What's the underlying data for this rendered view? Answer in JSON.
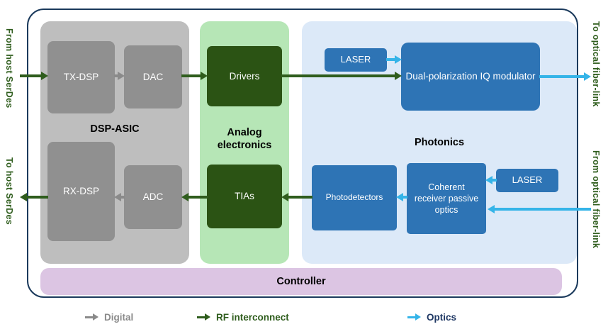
{
  "diagram": {
    "side_labels": {
      "from_host_serdes": "From host SerDes",
      "to_host_serdes": "To host SerDes",
      "to_optical_fiber": "To optical fiber-link",
      "from_optical_fiber": "From optical fiber-link"
    },
    "sections": {
      "dsp_asic": {
        "label": "DSP-ASIC",
        "tx_dsp": "TX-DSP",
        "dac": "DAC",
        "rx_dsp": "RX-DSP",
        "adc": "ADC"
      },
      "analog": {
        "label": "Analog electronics",
        "drivers": "Drivers",
        "tias": "TIAs"
      },
      "photonics": {
        "label": "Photonics",
        "laser_tx": "LASER",
        "iq_modulator": "Dual-polarization IQ modulator",
        "photodetectors": "Photodetectors",
        "coherent_receiver": "Coherent receiver passive optics",
        "laser_rx": "LASER"
      }
    },
    "controller": "Controller"
  },
  "legend": {
    "digital": "Digital",
    "rf_interconnect": "RF interconnect",
    "optics": "Optics"
  },
  "colors": {
    "digital_gray": "#8a8a8a",
    "rf_green": "#2f5d1d",
    "optics_cyan": "#35b4e8",
    "dsp_section_bg": "#bebebe",
    "dsp_box": "#909090",
    "analog_section_bg": "#b6e6b6",
    "analog_box": "#2b5314",
    "photonics_section_bg": "#dce9f8",
    "photonics_box": "#2e74b5",
    "controller_bg": "#dcc5e3",
    "frame_border": "#1b3a5c"
  }
}
